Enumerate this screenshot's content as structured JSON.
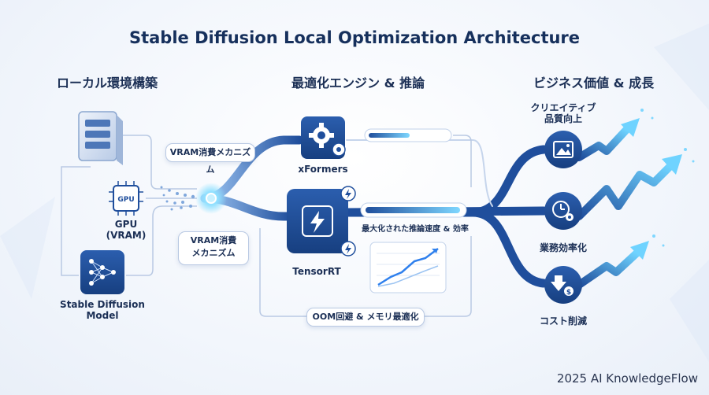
{
  "title": "Stable Diffusion Local Optimization Architecture",
  "sections": {
    "left": "ローカル環境構築",
    "middle": "最適化エンジン & 推論",
    "right": "ビジネス価値 & 成長"
  },
  "nodes": {
    "gpu_chip": "GPU",
    "gpu_line1": "GPU",
    "gpu_line2": "(VRAM)",
    "model_line1": "Stable Diffusion",
    "model_line2": "Model",
    "xformers": "xFormers",
    "tensorrt": "TensorRT",
    "creative_line1": "クリエイティブ",
    "creative_line2": "品質向上",
    "efficiency": "業務効率化",
    "cost": "コスト削減"
  },
  "callouts": {
    "vram_top": "VRAM消費メカニズム",
    "vram_bottom_line1": "VRAM消費",
    "vram_bottom_line2": "メカニズム",
    "speed": "最大化された推論速度 & 効率",
    "oom": "OOM回避 & メモリ最適化"
  },
  "footer": "2025 AI KnowledgeFlow",
  "colors": {
    "primary": "#1f4e9c",
    "accent": "#2f80ed",
    "glow": "#5cc8ff",
    "navy": "#1a3766"
  },
  "icons": [
    "server-rack-icon",
    "gpu-chip-icon",
    "neural-network-icon",
    "gear-icon",
    "lightning-chip-icon",
    "line-chart-icon",
    "image-icon",
    "clock-gear-icon",
    "down-arrow-dollar-icon"
  ]
}
